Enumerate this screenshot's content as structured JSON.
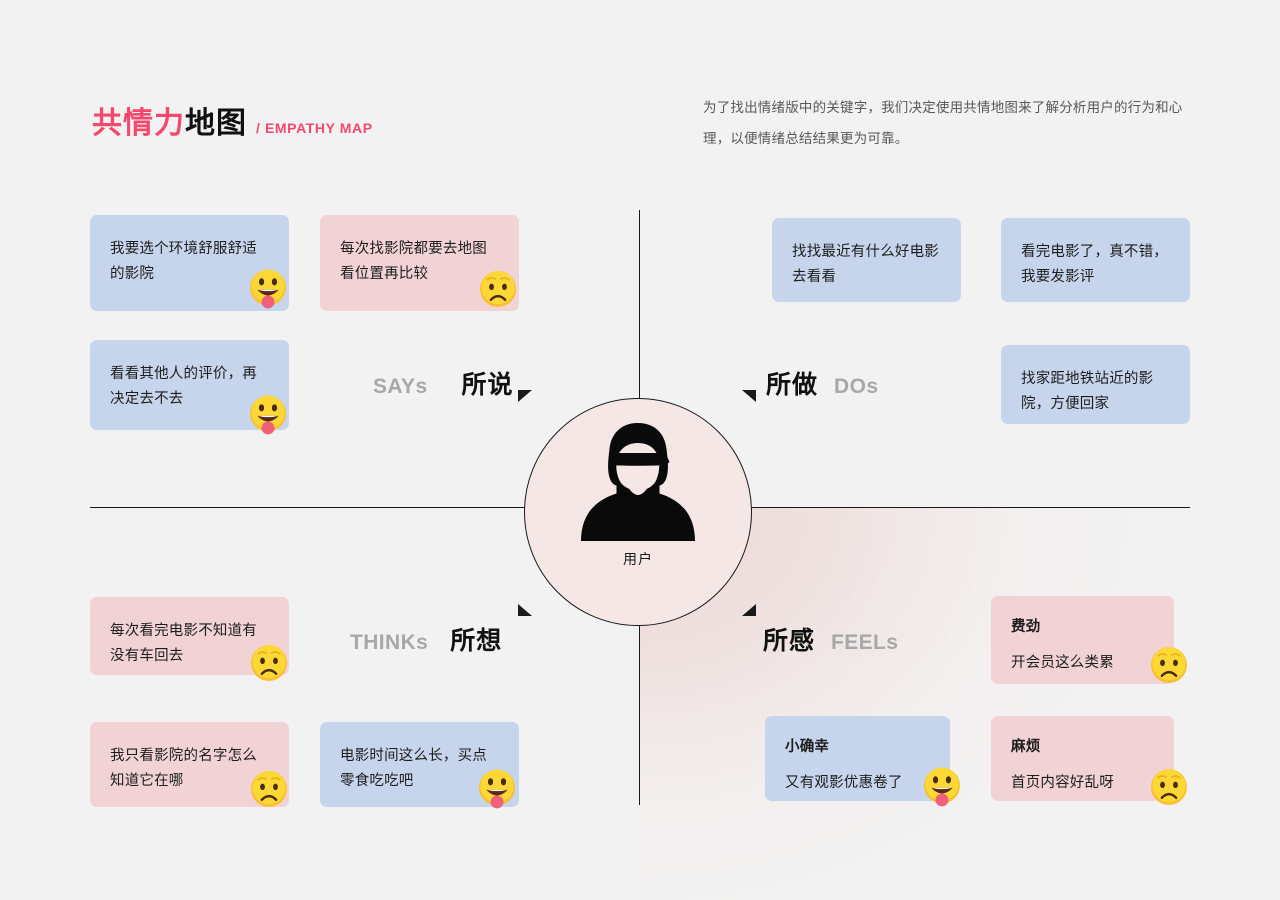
{
  "header": {
    "title_cn_accent": "共情力",
    "title_cn_dark": "地图",
    "title_en": "/ EMPATHY MAP",
    "intro": "为了找出情绪版中的关键字，我们决定使用共情地图来了解分析用户的行为和心理，以便情绪总结结果更为可靠。",
    "accent_color": "#f5486d"
  },
  "center": {
    "label": "用户",
    "icon": "user-female-icon",
    "fill_color": "#f4e7e6",
    "stroke_color": "#1a1a1a"
  },
  "quadrants": {
    "says": {
      "cn": "所说",
      "en": "SAYs"
    },
    "dos": {
      "cn": "所做",
      "en": "DOs"
    },
    "thinks": {
      "cn": "所想",
      "en": "THINKs"
    },
    "feels": {
      "cn": "所感",
      "en": "FEELs"
    }
  },
  "colors": {
    "card_blue": "#c6d5ec",
    "card_pink": "#f1d2d5",
    "background": "#f2f2f2",
    "label_muted": "#a8a8a8"
  },
  "cards": {
    "says": [
      {
        "text": "我要选个环境舒服舒适的影院",
        "color": "blue",
        "emoji": "tongue-out-face"
      },
      {
        "text": "每次找影院都要去地图看位置再比较",
        "color": "pink",
        "emoji": "worried-face"
      },
      {
        "text": "看看其他人的评价，再决定去不去",
        "color": "blue",
        "emoji": "tongue-out-face"
      }
    ],
    "dos": [
      {
        "text": "找找最近有什么好电影去看看",
        "color": "blue",
        "emoji": "none"
      },
      {
        "text": "看完电影了，真不错，我要发影评",
        "color": "blue",
        "emoji": "none"
      },
      {
        "text": "找家距地铁站近的影院，方便回家",
        "color": "blue",
        "emoji": "none"
      }
    ],
    "thinks": [
      {
        "text": "每次看完电影不知道有没有车回去",
        "color": "pink",
        "emoji": "worried-face"
      },
      {
        "text": "我只看影院的名字怎么知道它在哪",
        "color": "pink",
        "emoji": "worried-face"
      },
      {
        "text": "电影时间这么长，买点零食吃吃吧",
        "color": "blue",
        "emoji": "tongue-out-face"
      }
    ],
    "feels": [
      {
        "title": "费劲",
        "text": "开会员这么类累",
        "color": "pink",
        "emoji": "worried-face"
      },
      {
        "title": "小确幸",
        "text": "又有观影优惠卷了",
        "color": "blue",
        "emoji": "tongue-out-face"
      },
      {
        "title": "麻烦",
        "text": "首页内容好乱呀",
        "color": "pink",
        "emoji": "worried-face"
      }
    ]
  }
}
